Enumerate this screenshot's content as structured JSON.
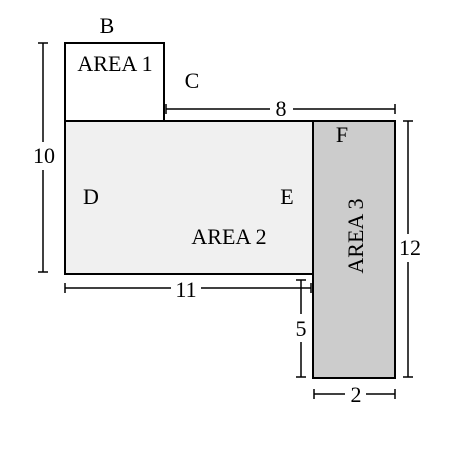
{
  "shapes": {
    "area1": {
      "label": "AREA 1",
      "fill": "#ffffff"
    },
    "area2": {
      "label": "AREA 2",
      "fill": "#f0f0f0"
    },
    "area3": {
      "label": "AREA 3",
      "fill": "#cccccc"
    }
  },
  "points": {
    "b": "B",
    "c": "C",
    "d": "D",
    "e": "E",
    "f": "F"
  },
  "dimensions": {
    "left_height": "10",
    "top_width": "8",
    "bottom_width": "11",
    "inner_height": "5",
    "right_height": "12",
    "column_width": "2"
  }
}
